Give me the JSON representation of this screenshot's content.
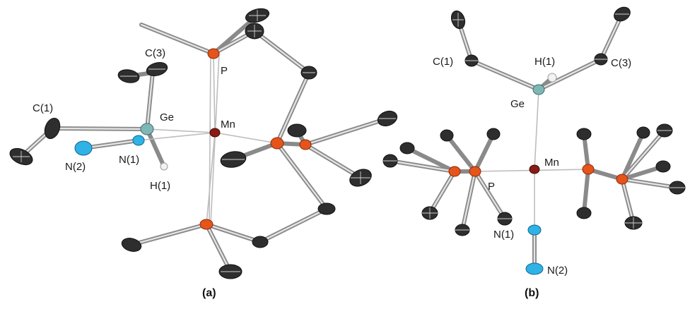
{
  "panel_a": {
    "caption": "(a)",
    "labels": {
      "c3": "C(3)",
      "p": "P",
      "c1": "C(1)",
      "ge": "Ge",
      "mn": "Mn",
      "n2": "N(2)",
      "n1": "N(1)",
      "h1": "H(1)"
    }
  },
  "panel_b": {
    "caption": "(b)",
    "labels": {
      "c1": "C(1)",
      "h1": "H(1)",
      "c3": "C(3)",
      "ge": "Ge",
      "mn": "Mn",
      "p": "P",
      "n1": "N(1)",
      "n2": "N(2)"
    }
  },
  "colors": {
    "phosphorus": "#e5541b",
    "nitrogen": "#2fb2e6",
    "germanium": "#7fb7b6",
    "manganese": "#8a1c14",
    "carbon": "#2e2e2e",
    "hydrogen": "#f2f2f2"
  }
}
